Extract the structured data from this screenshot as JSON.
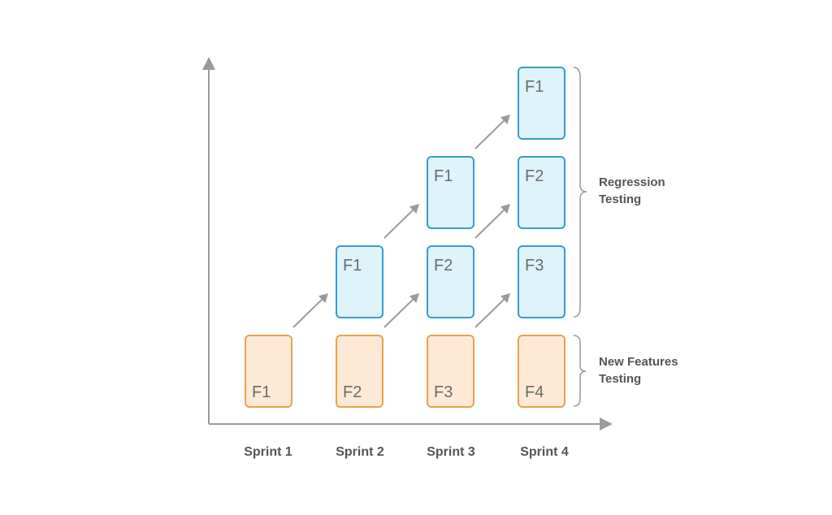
{
  "colors": {
    "axis": "#9a9a9a",
    "arrow": "#9a9a9a",
    "regression_fill": "#dff3fb",
    "regression_stroke": "#3a9ccb",
    "new_fill": "#fde9d6",
    "new_stroke": "#e8a150",
    "brace": "#9a9a9a",
    "text": "#6b6b6b",
    "label_text": "#555555"
  },
  "sprints": [
    {
      "label": "Sprint 1",
      "new_feature": "F1",
      "regression": []
    },
    {
      "label": "Sprint 2",
      "new_feature": "F2",
      "regression": [
        "F1"
      ]
    },
    {
      "label": "Sprint 3",
      "new_feature": "F3",
      "regression": [
        "F2",
        "F1"
      ]
    },
    {
      "label": "Sprint 4",
      "new_feature": "F4",
      "regression": [
        "F3",
        "F2",
        "F1"
      ]
    }
  ],
  "groups": {
    "regression_line1": "Regression",
    "regression_line2": "Testing",
    "new_line1": "New Features",
    "new_line2": "Testing"
  }
}
